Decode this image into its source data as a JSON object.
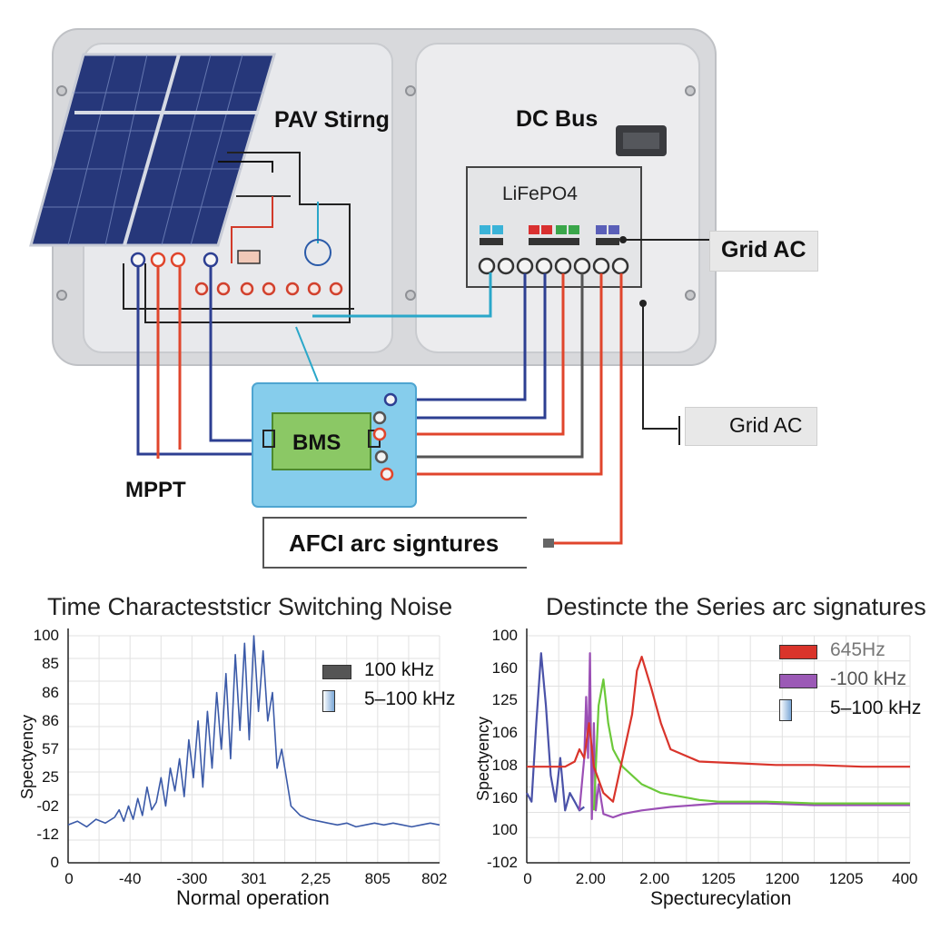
{
  "diagram": {
    "labels": {
      "pv_string": "PAV Stirng",
      "dc_bus": "DC Bus",
      "battery": "LiFePO4",
      "grid_ac_1": "Grid AC",
      "grid_ac_2": "Grid AC",
      "bms": "BMS",
      "mppt": "MPPT",
      "afci": "AFCI arc signtures"
    },
    "colors": {
      "panel": "#e6e7ea",
      "bms_box": "#7ec8ea",
      "bms_inner": "#8cc96a",
      "wire_red": "#e0452c",
      "wire_blue": "#2d3f92",
      "wire_cyan": "#2aa7c9",
      "wire_gray": "#555555"
    }
  },
  "chart_data": [
    {
      "type": "line",
      "title": "Time Characteststicr Switching Noise",
      "xlabel": "Normal operation",
      "ylabel": "Spectyency",
      "x_ticks": [
        "0",
        "-40",
        "-300",
        "301",
        "2,25",
        "805",
        "802"
      ],
      "y_ticks": [
        "100",
        "85",
        "86",
        "86",
        "57",
        "25",
        "-02",
        "-12",
        "0"
      ],
      "grid": true,
      "legend_position": "top-right",
      "legend": [
        {
          "label": "100 kHz",
          "color": "#555555"
        },
        {
          "label": "5–100 kHz",
          "color": "#7aa7d6"
        }
      ],
      "series": [
        {
          "color": "#3b5aa8",
          "x": [
            0,
            10,
            20,
            30,
            40,
            50,
            55,
            60,
            65,
            70,
            75,
            80,
            85,
            90,
            95,
            100,
            105,
            110,
            115,
            120,
            125,
            130,
            135,
            140,
            145,
            150,
            155,
            160,
            165,
            170,
            175,
            180,
            185,
            190,
            195,
            200,
            205,
            210,
            215,
            220,
            225,
            230,
            240,
            250,
            260,
            270,
            280,
            290,
            300,
            310,
            320,
            330,
            340,
            350,
            360,
            370,
            380,
            390,
            400
          ],
          "y": [
            0,
            2,
            -1,
            3,
            1,
            4,
            8,
            2,
            10,
            3,
            14,
            5,
            20,
            8,
            12,
            25,
            10,
            30,
            18,
            35,
            15,
            45,
            25,
            55,
            20,
            60,
            30,
            70,
            40,
            80,
            35,
            90,
            50,
            96,
            45,
            100,
            60,
            92,
            55,
            70,
            30,
            40,
            10,
            5,
            3,
            2,
            1,
            0,
            1,
            -1,
            0,
            1,
            0,
            1,
            0,
            -1,
            0,
            1,
            0
          ]
        }
      ]
    },
    {
      "type": "line",
      "title": "Destincte the Series arc signatures",
      "xlabel": "Specturecylation",
      "ylabel": "Spectyency",
      "x_ticks": [
        "0",
        "2.00",
        "2.00",
        "1205",
        "1200",
        "1205",
        "400"
      ],
      "y_ticks": [
        "100",
        "160",
        "125",
        "106",
        "108",
        "160",
        "100",
        "-102"
      ],
      "grid": true,
      "legend_position": "top-right",
      "legend": [
        {
          "label": "645Hz",
          "color": "#d9342b"
        },
        {
          "label": "-100 kHz",
          "color": "#9b59b6"
        },
        {
          "label": "5–100 kHz",
          "color": "#7aa7d6"
        }
      ],
      "series": [
        {
          "color": "#4a52a8",
          "x": [
            0,
            5,
            10,
            15,
            20,
            25,
            30,
            35,
            40,
            45,
            50,
            55,
            60
          ],
          "y": [
            20,
            15,
            60,
            100,
            70,
            30,
            15,
            40,
            10,
            20,
            15,
            10,
            12
          ]
        },
        {
          "color": "#9b4fb5",
          "x": [
            55,
            60,
            62,
            64,
            66,
            68,
            70,
            72,
            75,
            80,
            90,
            100,
            120,
            150,
            200,
            250,
            300,
            350,
            400
          ],
          "y": [
            10,
            40,
            75,
            40,
            100,
            5,
            60,
            10,
            25,
            8,
            6,
            8,
            10,
            12,
            14,
            14,
            13,
            13,
            13
          ]
        },
        {
          "color": "#6cc93a",
          "x": [
            70,
            75,
            80,
            85,
            90,
            95,
            100,
            110,
            120,
            140,
            160,
            180,
            200,
            250,
            300,
            350,
            400
          ],
          "y": [
            10,
            70,
            85,
            60,
            45,
            40,
            35,
            30,
            25,
            20,
            18,
            16,
            15,
            15,
            14,
            14,
            14
          ]
        },
        {
          "color": "#d9342b",
          "x": [
            0,
            20,
            40,
            50,
            55,
            60,
            65,
            70,
            80,
            90,
            100,
            110,
            115,
            120,
            130,
            140,
            150,
            180,
            220,
            260,
            300,
            350,
            400
          ],
          "y": [
            35,
            35,
            35,
            38,
            45,
            40,
            60,
            35,
            20,
            15,
            40,
            65,
            90,
            98,
            80,
            60,
            45,
            38,
            37,
            36,
            36,
            35,
            35
          ]
        }
      ]
    }
  ]
}
